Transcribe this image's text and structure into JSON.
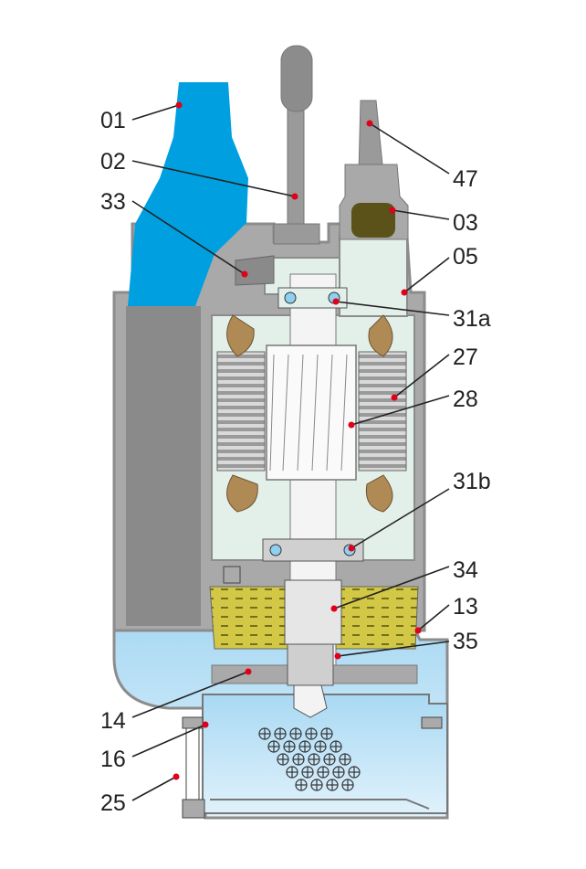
{
  "title": "Submersible pump cross-section",
  "colors": {
    "discharge_blue": "#00a0e0",
    "water_light_blue": "#bfe3f6",
    "casing_gray": "#8c8c8c",
    "motor_interior": "#e3efe9",
    "oil_chamber": "#d2c846",
    "marker_red": "#e0001a"
  },
  "callouts": [
    {
      "id": "01",
      "label": "01"
    },
    {
      "id": "02",
      "label": "02"
    },
    {
      "id": "33",
      "label": "33"
    },
    {
      "id": "47",
      "label": "47"
    },
    {
      "id": "03",
      "label": "03"
    },
    {
      "id": "05",
      "label": "05"
    },
    {
      "id": "31a",
      "label": "31a"
    },
    {
      "id": "27",
      "label": "27"
    },
    {
      "id": "28",
      "label": "28"
    },
    {
      "id": "31b",
      "label": "31b"
    },
    {
      "id": "34",
      "label": "34"
    },
    {
      "id": "13",
      "label": "13"
    },
    {
      "id": "35",
      "label": "35"
    },
    {
      "id": "14",
      "label": "14"
    },
    {
      "id": "16",
      "label": "16"
    },
    {
      "id": "25",
      "label": "25"
    }
  ]
}
